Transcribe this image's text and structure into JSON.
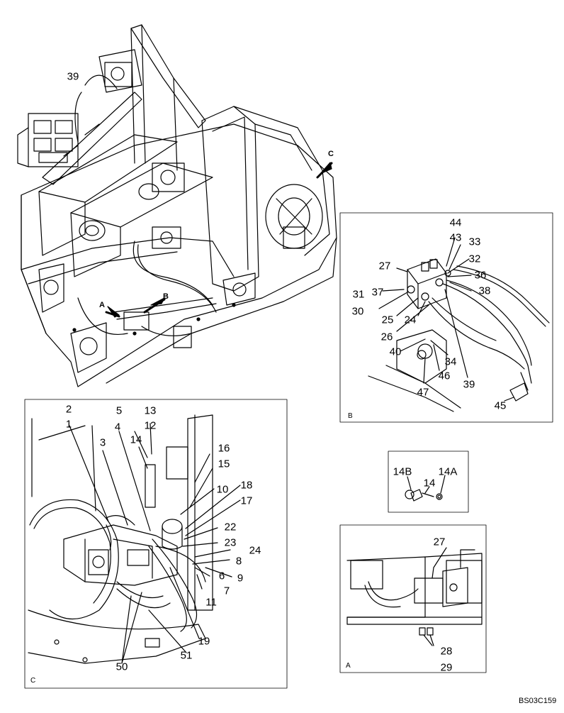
{
  "drawing_reference": "BS03C159",
  "views": [
    {
      "id": "B",
      "label": "B"
    },
    {
      "id": "C",
      "label": "C"
    },
    {
      "id": "A",
      "label": "A"
    }
  ],
  "view_arrows": [
    {
      "id": "A",
      "label": "A"
    },
    {
      "id": "B",
      "label": "B"
    },
    {
      "id": "C",
      "label": "C"
    }
  ],
  "part_labels": {
    "main": [
      "39"
    ],
    "view_b": [
      "44",
      "43",
      "33",
      "32",
      "27",
      "36",
      "31",
      "37",
      "38",
      "30",
      "25",
      "24",
      "26",
      "40",
      "34",
      "46",
      "39",
      "47",
      "45"
    ],
    "view_c": [
      "2",
      "1",
      "5",
      "13",
      "4",
      "12",
      "3",
      "14",
      "16",
      "15",
      "10",
      "18",
      "17",
      "22",
      "23",
      "24",
      "8",
      "6",
      "9",
      "11",
      "7",
      "19",
      "50",
      "51"
    ],
    "detail": [
      "14B",
      "14",
      "14A"
    ],
    "view_a": [
      "27",
      "28",
      "29"
    ]
  }
}
